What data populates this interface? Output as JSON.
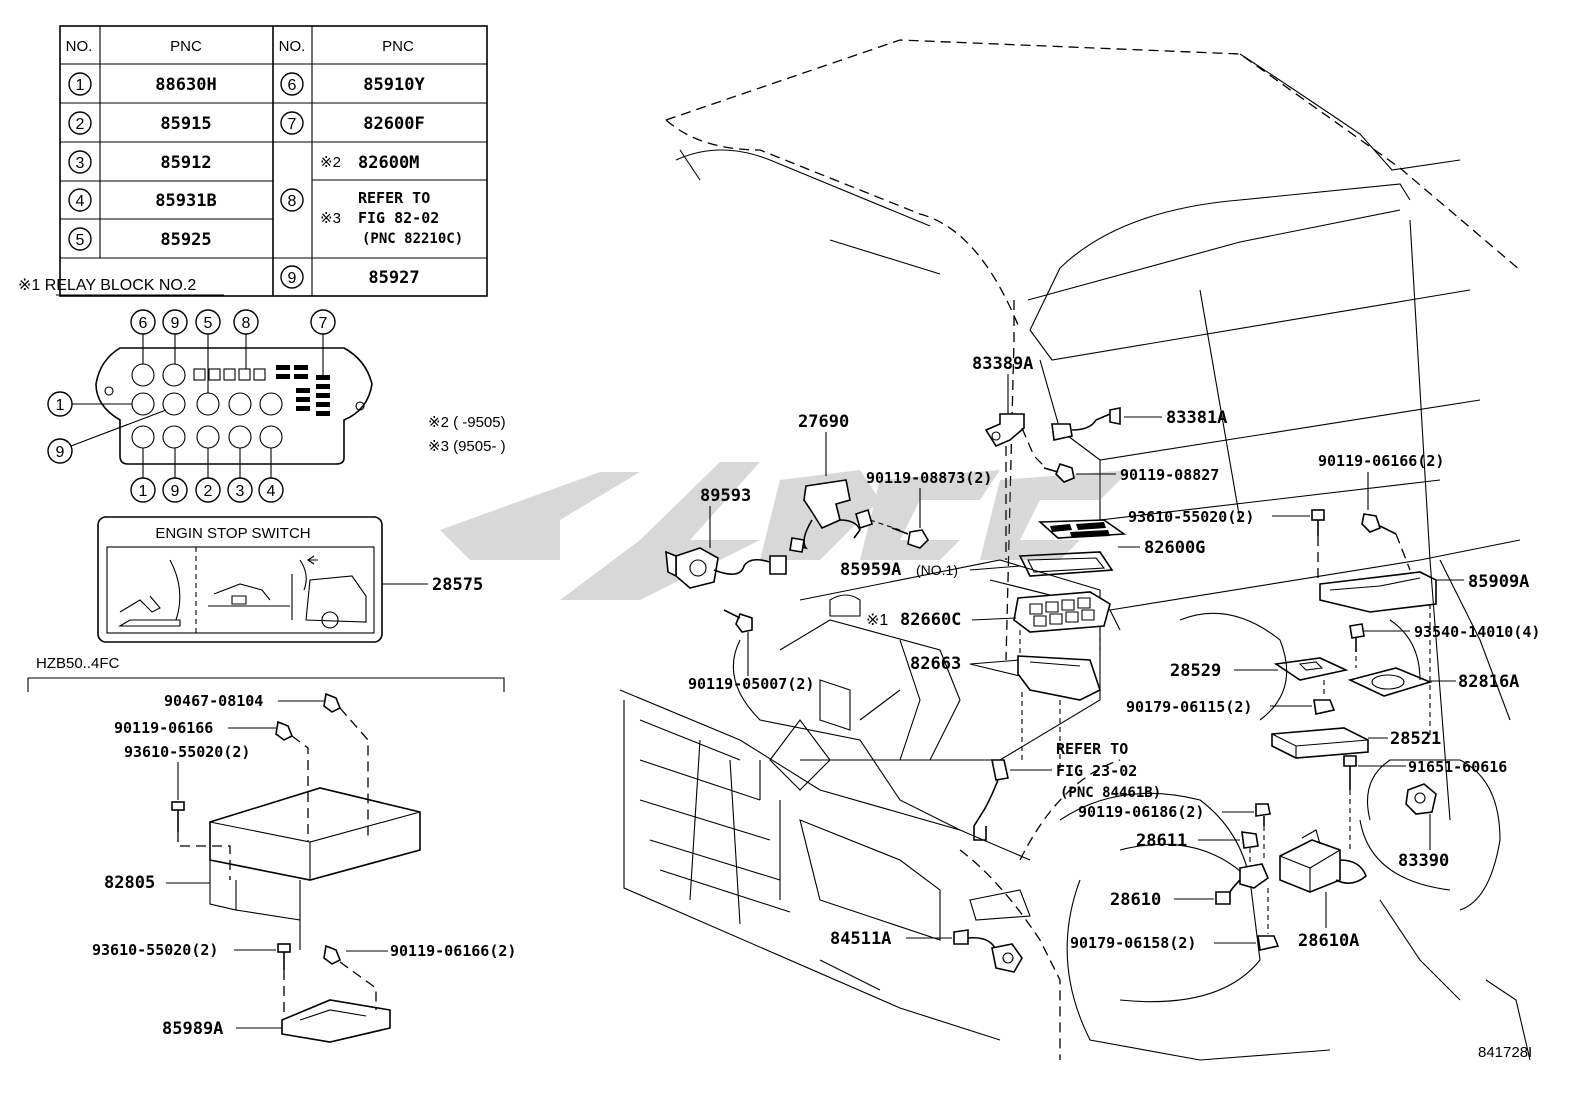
{
  "table": {
    "headers": [
      "NO.",
      "PNC",
      "NO.",
      "PNC"
    ],
    "left_rows": [
      {
        "no": "1",
        "pnc": "88630H"
      },
      {
        "no": "2",
        "pnc": "85915"
      },
      {
        "no": "3",
        "pnc": "85912"
      },
      {
        "no": "4",
        "pnc": "85931B"
      },
      {
        "no": "5",
        "pnc": "85925"
      }
    ],
    "right_rows": [
      {
        "no": "6",
        "pnc": "85910Y"
      },
      {
        "no": "7",
        "pnc": "82600F"
      },
      {
        "no": "9",
        "pnc": "85927"
      }
    ],
    "row8": {
      "no": "8",
      "opt2_mark": "※2",
      "opt2_pnc": "82600M",
      "opt3_mark": "※3",
      "opt3_line1": "REFER TO",
      "opt3_line2": "FIG 82-02",
      "opt3_line3": "(PNC 82210C)"
    }
  },
  "relay_block": {
    "title": "※1 RELAY BLOCK NO.2",
    "top_callouts": [
      "6",
      "9",
      "5",
      "8",
      "7"
    ],
    "left_callouts": [
      "1",
      "9"
    ],
    "bottom_callouts": [
      "1",
      "9",
      "2",
      "3",
      "4"
    ]
  },
  "notes": {
    "n2": "※2 (      -9505)",
    "n3": "※3 (9505-      )"
  },
  "engine_stop_label": {
    "title": "ENGIN STOP SWITCH",
    "part": "28575"
  },
  "hzb_group": {
    "title": "HZB50..4FC",
    "labels": {
      "a": "90467-08104",
      "b": "90119-06166",
      "c": "93610-55020(2)",
      "d": "82805",
      "e": "93610-55020(2)",
      "f": "90119-06166(2)",
      "g": "85989A"
    }
  },
  "main_labels": {
    "p83389A": "83389A",
    "p83381A": "83381A",
    "p27690": "27690",
    "p9011908873": "90119-08873(2)",
    "p9011908827": "90119-08827",
    "p89593": "89593",
    "p9011906166": "90119-06166(2)",
    "p9361055020": "93610-55020(2)",
    "p82600G": "82600G",
    "p85959A": "85959A",
    "p85959A_note": "(NO.1)",
    "p82660C_mark": "※1",
    "p82660C": "82660C",
    "p85909A": "85909A",
    "p82663": "82663",
    "p9354014010": "93540-14010(4)",
    "p9011905007": "90119-05007(2)",
    "p28529": "28529",
    "p82816A": "82816A",
    "p9017906115": "90179-06115(2)",
    "p28521": "28521",
    "ref_line1": "REFER TO",
    "ref_line2": "FIG 23-02",
    "ref_line3": "(PNC 84461B)",
    "p9165160616": "91651-60616",
    "p9011906186": "90119-06186(2)",
    "p28611": "28611",
    "p83390": "83390",
    "p28610": "28610",
    "p84511A": "84511A",
    "p9017906158": "90179-06158(2)",
    "p28610A": "28610A"
  },
  "drawing_id": "841728I"
}
